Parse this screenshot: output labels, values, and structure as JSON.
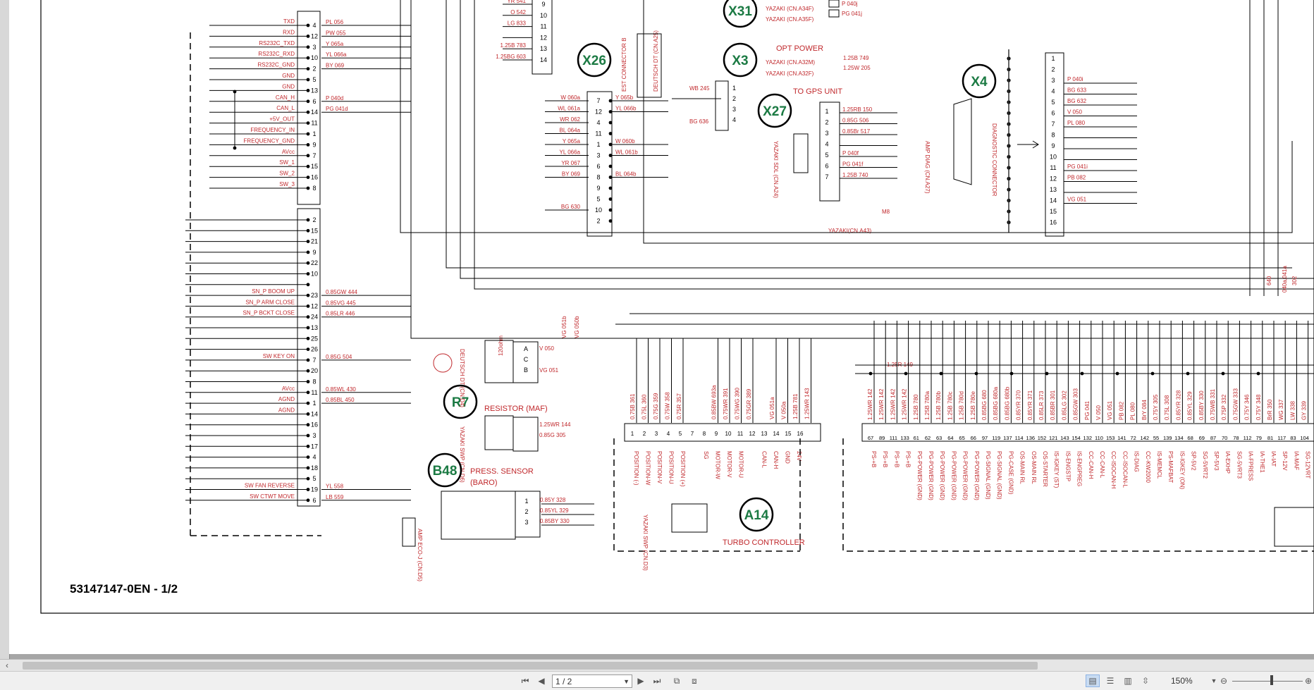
{
  "document": {
    "code": "53147147-0EN - 1/2"
  },
  "status_bar": {
    "page_value": "1 / 2",
    "zoom": "150%"
  },
  "connectors": [
    {
      "id": "X31",
      "lines": [
        "YAZAKI (CN.A34F)",
        "YAZAKI (CN.A35F)"
      ],
      "wires": [
        "P 040j",
        "PG 041j"
      ]
    },
    {
      "id": "X3",
      "title": "OPT POWER",
      "lines": [
        "YAZAKI (CN.A32M)",
        "YAZAKI (CN.A32F)"
      ],
      "wires": [
        "1.25B 749",
        "1.25W 205"
      ]
    },
    {
      "id": "X26",
      "lines": [
        "EST CONNECTOR B",
        "DEUTSCH DT (CN.A25)"
      ]
    },
    {
      "id": "X27",
      "title": "TO GPS UNIT",
      "lines": [
        "YAZAKI SDL (CN.A24)",
        "YAZAKI(CN.A43)"
      ]
    },
    {
      "id": "X4",
      "lines": [
        "AMP DIAG (CN.A27)",
        "DIAGNOSTIC CONNECTOR"
      ]
    },
    {
      "id": "R7",
      "title": "RESISTOR (MAF)",
      "lines": [
        "YAZAKI SWP (CN.D6)"
      ]
    },
    {
      "id": "B48",
      "title": "PRESS. SENSOR",
      "subtitle": "(BARO)",
      "lines": [
        "AMP ECO-J (CN.D5)"
      ]
    },
    {
      "id": "A14",
      "title": "TURBO CONTROLLER",
      "lines": [
        "YAZAKI SWP (CN.D3)"
      ]
    }
  ],
  "left_block_top": {
    "labels": [
      "TXD",
      "RXD",
      "RS232C_TXD",
      "RS232C_RXD",
      "RS232C_GND",
      "GND",
      "GND",
      "CAN_H",
      "CAN_L",
      "+5V_OUT",
      "FREQUENCY_IN",
      "FREQUENCY_GND",
      "AVcc",
      "SW_1",
      "SW_2",
      "SW_3"
    ],
    "pins": [
      "4",
      "12",
      "3",
      "10",
      "2",
      "5",
      "13",
      "6",
      "14",
      "11",
      "1",
      "9",
      "7",
      "15",
      "16",
      "8"
    ],
    "wires": [
      "PL 056",
      "PW 055",
      "Y 065a",
      "YL 066a",
      "BY 069",
      "",
      "",
      "P 040d",
      "PG 041d",
      "",
      "",
      "",
      "",
      "",
      "",
      ""
    ]
  },
  "left_block_bottom": {
    "labels": [
      "",
      "",
      "",
      "",
      "",
      "",
      "",
      "SN_P BOOM UP",
      "SN_P ARM CLOSE",
      "SN_P BCKT CLOSE",
      "",
      "",
      "",
      "SW KEY ON",
      "",
      "",
      "AVcc",
      "AGND",
      "AGND",
      "",
      "",
      "",
      "",
      "",
      "",
      "SW FAN REVERSE",
      "SW CTWT MOVE"
    ],
    "pins": [
      "2",
      "15",
      "21",
      "9",
      "22",
      "10",
      "",
      "23",
      "12",
      "24",
      "13",
      "25",
      "26",
      "7",
      "20",
      "8",
      "11",
      "1",
      "14",
      "16",
      "3",
      "17",
      "4",
      "18",
      "5",
      "19",
      "6"
    ],
    "wires": [
      "",
      "",
      "",
      "",
      "",
      "",
      "",
      "0.85GW 444",
      "0.85VG 445",
      "0.85LR 446",
      "",
      "",
      "",
      "0.85G 504",
      "",
      "",
      "0.85WL 430",
      "0.85BL 450",
      "",
      "",
      "",
      "",
      "",
      "",
      "",
      "YL 558",
      "LB 559"
    ]
  },
  "x26_pins": {
    "left": [
      "W 060a",
      "WL 061a",
      "WR 062",
      "BL 064a",
      "Y 065a",
      "YL 066a",
      "YR 067",
      "BY 069",
      "",
      "",
      "BG 630"
    ],
    "pins": [
      "7",
      "12",
      "4",
      "11",
      "1",
      "3",
      "6",
      "8",
      "9",
      "5",
      "10",
      "2"
    ],
    "right": [
      "Y 065b",
      "YL 066b",
      "",
      "",
      "W 060b",
      "WL 061b",
      "",
      "BL 064b"
    ]
  },
  "x4_wires": [
    "P 040i",
    "BG 633",
    "BG 632",
    "V 050",
    "PL 080",
    "",
    "",
    "",
    "PG 041i",
    "PB 082",
    "",
    "VG 051"
  ],
  "x27_wires": [
    "1.25RB 150",
    "0.85G 506",
    "0.85Br 517",
    "",
    "P 040f",
    "PG 041f",
    "1.25B 740"
  ],
  "top_frag": [
    "YR 541",
    "O 542",
    "LG 833",
    "",
    "1.25B 783",
    "1.25BG 603"
  ],
  "r7_wires": [
    "V 050",
    "",
    "VG 051",
    "1.25WR 144",
    "0.85G 305"
  ],
  "b48_wires": [
    "0.85Y 328",
    "0.85YL 329",
    "0.85BY 330"
  ],
  "misc_labels": {
    "wb245": "WB 245",
    "bg636": "BG 636",
    "m8": "M8",
    "wr149": "1.25R 149",
    "vg051b": "VG 051b",
    "vg050b": "VG 050b",
    "deutsch_d4": "DEUTSCH DT (CN.D4)",
    "ohm": "120ohm",
    "v640": "640",
    "v040a": "040a,041a",
    "v302": "302"
  },
  "a14_left_pins": [
    "1",
    "2",
    "3",
    "4",
    "5",
    "7",
    "8",
    "9",
    "10",
    "11",
    "12",
    "13",
    "14",
    "15",
    "16"
  ],
  "a14_left_wires": [
    "0.75B 361",
    "0.75L 360",
    "0.75G 359",
    "0.75W 358",
    "0.75R 357",
    "",
    "",
    "0.85BW 693a",
    "0.75WR 391",
    "0.75WG 390",
    "0.75GR 389",
    "",
    "VG 051a",
    "V 050a",
    "1.25B 781",
    "1.25WR 143"
  ],
  "a14_left_funcs": [
    "POSITION (-)",
    "POSITION-W",
    "POSITION-V",
    "POSITION-U",
    "POSITION (+)",
    "",
    "SG",
    "MOTOR-W",
    "MOTOR-V",
    "MOTOR-U",
    "",
    "CAN-L",
    "CAN-H",
    "GND",
    "24V"
  ],
  "a14_right_pins": [
    "67",
    "89",
    "111",
    "133",
    "61",
    "62",
    "63",
    "64",
    "65",
    "66",
    "97",
    "119",
    "137",
    "114",
    "136",
    "152",
    "121",
    "143",
    "154",
    "132",
    "110",
    "153",
    "141",
    "72",
    "142",
    "55",
    "139",
    "134",
    "68",
    "69",
    "87",
    "70",
    "78",
    "112",
    "79",
    "81",
    "117",
    "83",
    "104"
  ],
  "a14_right_wires": [
    "1.25WR 142",
    "1.25WR 142",
    "1.25WR 142",
    "1.25WR 142",
    "1.25B 780",
    "1.25B 780a",
    "1.25B 780b",
    "1.25B 780c",
    "1.25B 780d",
    "1.25B 780e",
    "0.85BG 680",
    "0.85BG 680a",
    "0.85BG 680b",
    "0.85YR 370",
    "0.85YR 371",
    "0.85LR 373",
    "0.85BR 301",
    "0.85LG 302",
    "0.85GW 303",
    "PG 041",
    "V 050",
    "VG 051",
    "PB 082",
    "PL 080",
    "BrY 084",
    "0.75Y 305",
    "0.75L 308",
    "0.85YR 328",
    "0.85YL 329",
    "0.85BY 330",
    "0.75WB 331",
    "0.75P 332",
    "0.75GW 333",
    "0.75Y 346",
    "0.75Y 348",
    "BrR 350",
    "WG 337",
    "LW 338",
    "GY 339"
  ],
  "a14_right_funcs": [
    "PS-+B",
    "PS-+B",
    "PS-+B",
    "PS-+B",
    "PG-POWER (GND)",
    "PG-POWER (GND)",
    "PG-POWER (GND)",
    "PG-POWER (GND)",
    "PG-POWER (GND)",
    "PG-POWER (GND)",
    "PG-SIGNAL (GND)",
    "PG-SIGNAL (GND)",
    "PG-CASE (GND)",
    "OS-MAIN RL",
    "OS-MAIN RL",
    "OS-STARTER",
    "IS-IGKEY (ST)",
    "IS-ENGSTP",
    "IS-ENGPREG",
    "CC-CAN-H",
    "CC-CAN-L",
    "CC-ISOCAN-H",
    "CC-ISOCAN-L",
    "IS-DIAG",
    "CC-KW2000",
    "IS-MEMCL",
    "PS-MAFBAT",
    "IS-IGKEY (ON)",
    "SP-5V2",
    "SG-5VRT2",
    "SP-5V3",
    "IA-EXHP",
    "SG-5VRT3",
    "IA-FPRESS",
    "IA-THE1",
    "IA-IAT",
    "SP-12V",
    "IA-MAF",
    "SG-12VRT"
  ]
}
